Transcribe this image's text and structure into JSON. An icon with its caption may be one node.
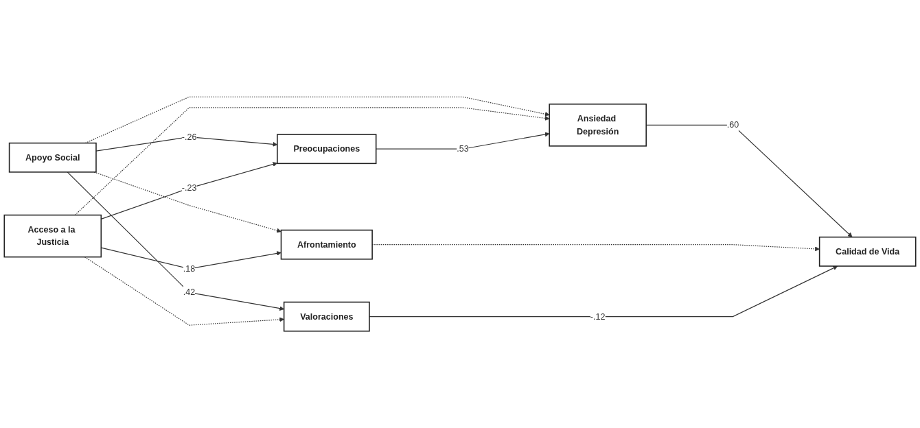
{
  "diagram": {
    "nodes": [
      {
        "text": [
          "Apoyo Social"
        ]
      },
      {
        "text": [
          "Acceso a la Justicia"
        ]
      },
      {
        "text": [
          "Preocupaciones"
        ]
      },
      {
        "text": [
          "Ansiedad Depresión"
        ]
      },
      {
        "text": [
          "Afrontamiento"
        ]
      },
      {
        "text": [
          "Valoraciones"
        ]
      },
      {
        "text": [
          "Calidad de Vida"
        ]
      }
    ],
    "edges": [
      {
        "from": 0,
        "to": 2,
        "arrow": "to",
        "label": "-.26"
      },
      {
        "from": 1,
        "to": 2,
        "arrow": "to",
        "label": "-.23"
      },
      {
        "from": 0,
        "to": 3,
        "arrow": "to",
        "style": "dashed"
      },
      {
        "from": 0,
        "to": 4,
        "arrow": "to",
        "style": "dashed"
      },
      {
        "from": 0,
        "to": 5,
        "arrow": "to",
        "label": ".42"
      },
      {
        "from": 1,
        "to": 3,
        "arrow": "to",
        "style": "dashed"
      },
      {
        "from": 1,
        "to": 4,
        "arrow": "to",
        "label": ".18"
      },
      {
        "from": 1,
        "to": 5,
        "arrow": "to",
        "style": "dashed"
      },
      {
        "from": 2,
        "to": 3,
        "arrow": "to",
        "label": ".53"
      },
      {
        "from": 3,
        "to": 6,
        "arrow": "to",
        "label": ".60"
      },
      {
        "from": 4,
        "to": 6,
        "arrow": "to",
        "style": "dashed"
      },
      {
        "from": 5,
        "to": 6,
        "arrow": "to",
        "label": "-.12"
      }
    ]
  }
}
